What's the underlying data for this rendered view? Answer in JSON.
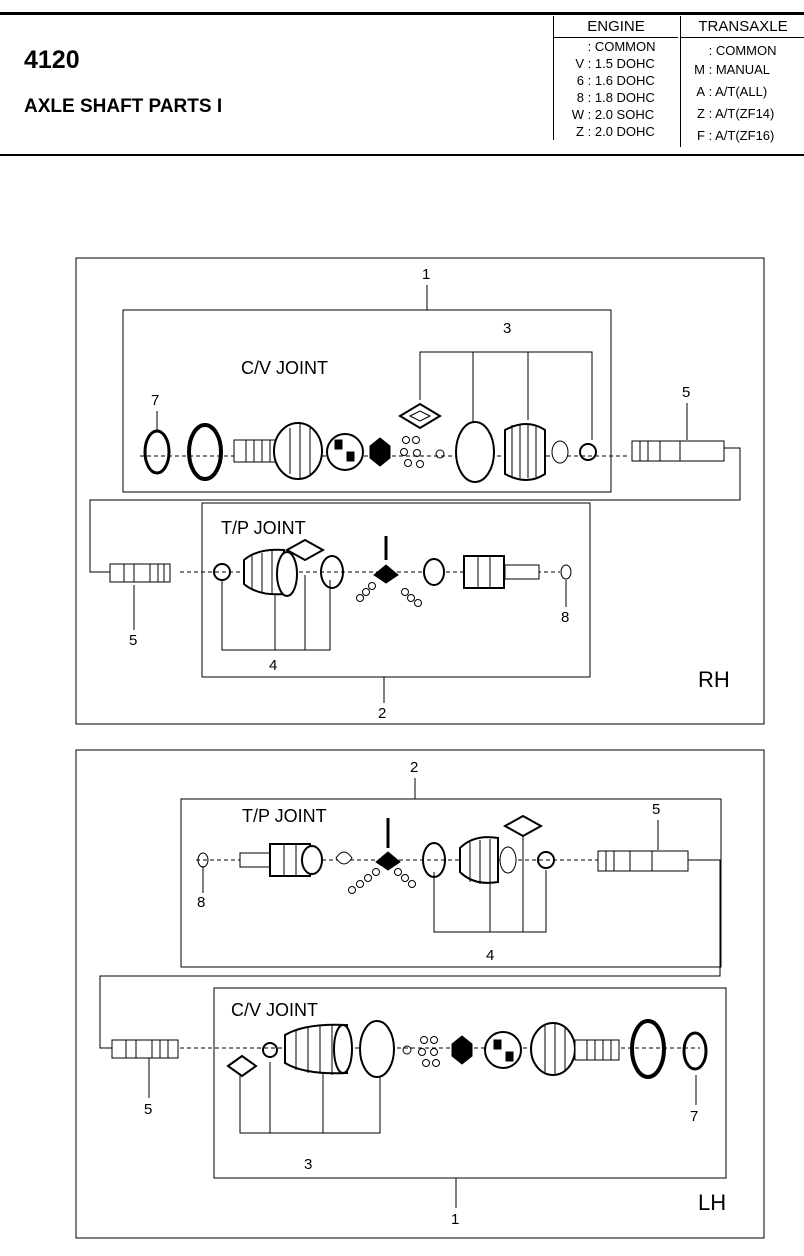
{
  "header": {
    "code": "4120",
    "title": "AXLE SHAFT PARTS I"
  },
  "engine_table": {
    "heading": "ENGINE",
    "rows": [
      {
        "code": "",
        "desc": ": COMMON"
      },
      {
        "code": "V",
        "desc": ": 1.5 DOHC"
      },
      {
        "code": "6",
        "desc": ": 1.6 DOHC"
      },
      {
        "code": "8",
        "desc": ": 1.8 DOHC"
      },
      {
        "code": "W",
        "desc": ": 2.0 SOHC"
      },
      {
        "code": "Z",
        "desc": ": 2.0 DOHC"
      }
    ]
  },
  "transaxle_table": {
    "heading": "TRANSAXLE",
    "rows": [
      {
        "code": "",
        "desc": ": COMMON"
      },
      {
        "code": "M",
        "desc": ": MANUAL"
      },
      {
        "code": "A",
        "desc": ": A/T(ALL)"
      },
      {
        "code": "Z",
        "desc": ": A/T(ZF14)"
      },
      {
        "code": "F",
        "desc": ": A/T(ZF16)"
      }
    ]
  },
  "rh_diagram": {
    "side": "RH",
    "cv_label": "C/V JOINT",
    "tp_label": "T/P JOINT",
    "callouts": [
      "1",
      "2",
      "3",
      "4",
      "5",
      "5",
      "7",
      "8"
    ]
  },
  "lh_diagram": {
    "side": "LH",
    "cv_label": "C/V JOINT",
    "tp_label": "T/P JOINT",
    "callouts": [
      "1",
      "2",
      "3",
      "4",
      "5",
      "5",
      "7",
      "8"
    ]
  }
}
